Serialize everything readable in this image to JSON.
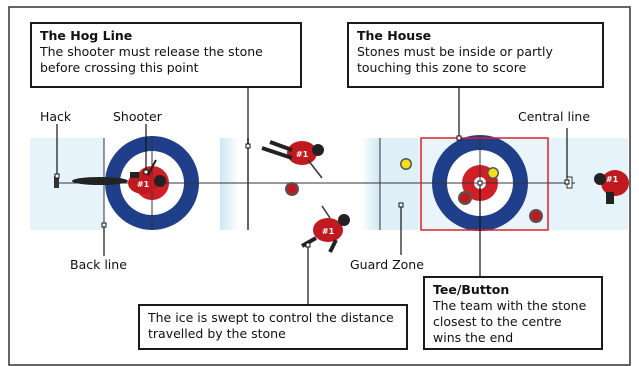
{
  "labels": {
    "hack": "Hack",
    "shooter": "Shooter",
    "central_line": "Central line",
    "back_line": "Back line",
    "guard_zone": "Guard Zone"
  },
  "callouts": {
    "hog_line": {
      "title": "The Hog Line",
      "body": "The shooter must release the stone before crossing this point"
    },
    "house": {
      "title": "The House",
      "body": "Stones must be inside or partly touching this zone to score"
    },
    "tee": {
      "title": "Tee/Button",
      "body": "The team with the stone closest to the centre wins the end"
    },
    "sweep": {
      "body": "The ice is swept to control the distance travelled by the stone"
    }
  },
  "players": {
    "shooter_number": "#1",
    "sweeper_top_number": "#1",
    "sweeper_bottom_number": "#1",
    "skip_number": "#1"
  },
  "colors": {
    "ice": "#e3f2fa",
    "ring_outer": "#1f3f8a",
    "ring_middle": "#ffffff",
    "ring_inner": "#d01f26",
    "button": "#ffffff",
    "house_box": "#d9222a",
    "stone_red": "#c0191f",
    "stone_yellow": "#f4df1c",
    "line": "#222222",
    "frame": "#333333"
  }
}
